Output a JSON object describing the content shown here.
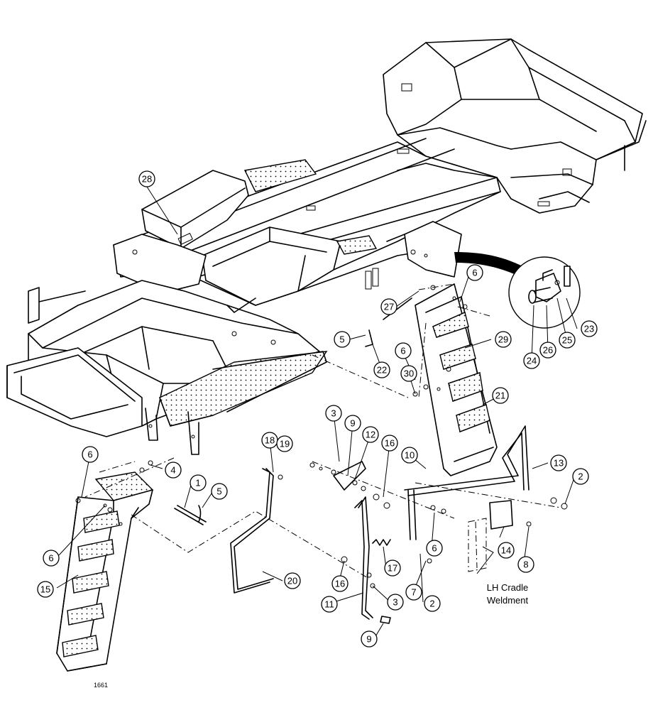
{
  "figure_id": "1661",
  "label_text": {
    "line1": "LH Cradle",
    "line2": "Weldment"
  },
  "callouts": [
    "28",
    "6",
    "27",
    "29",
    "5",
    "22",
    "6",
    "30",
    "23",
    "24",
    "26",
    "25",
    "21",
    "3",
    "9",
    "12",
    "16",
    "10",
    "13",
    "2",
    "18",
    "19",
    "6",
    "4",
    "1",
    "5",
    "6",
    "15",
    "14",
    "8",
    "6",
    "7",
    "2",
    "17",
    "3",
    "16",
    "20",
    "11",
    "9"
  ]
}
